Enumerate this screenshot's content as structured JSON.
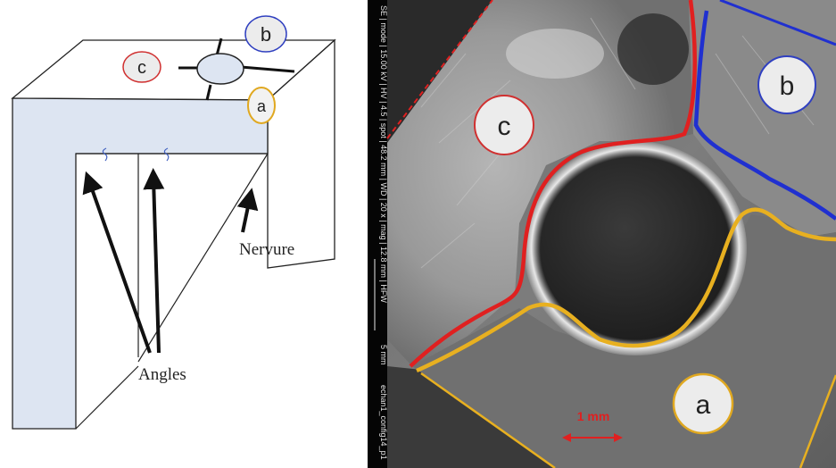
{
  "diagram": {
    "labels": {
      "a": "a",
      "b": "b",
      "c": "c"
    },
    "nervure_label": "Nervure",
    "angles_label": "Angles"
  },
  "sem_image": {
    "sidebar_text": "SE | mode | 15.00 kV | HV | 4.5 | spot | 48.2 mm | WD | 20 x | mag | 12.8 mm | HFW",
    "sidebar_scale": "5 mm",
    "sidebar_file": "echan1_config14_p1",
    "scale_bar_label": "1 mm",
    "labels": {
      "a": "a",
      "b": "b",
      "c": "c"
    }
  },
  "colors": {
    "zone_a": "#e8b020",
    "zone_b": "#2030d0",
    "zone_c": "#e02020",
    "label_c_outline": "#d03030",
    "label_b_outline": "#3040c0",
    "label_a_outline": "#e0a820",
    "face_fill": "#dde5f2"
  }
}
